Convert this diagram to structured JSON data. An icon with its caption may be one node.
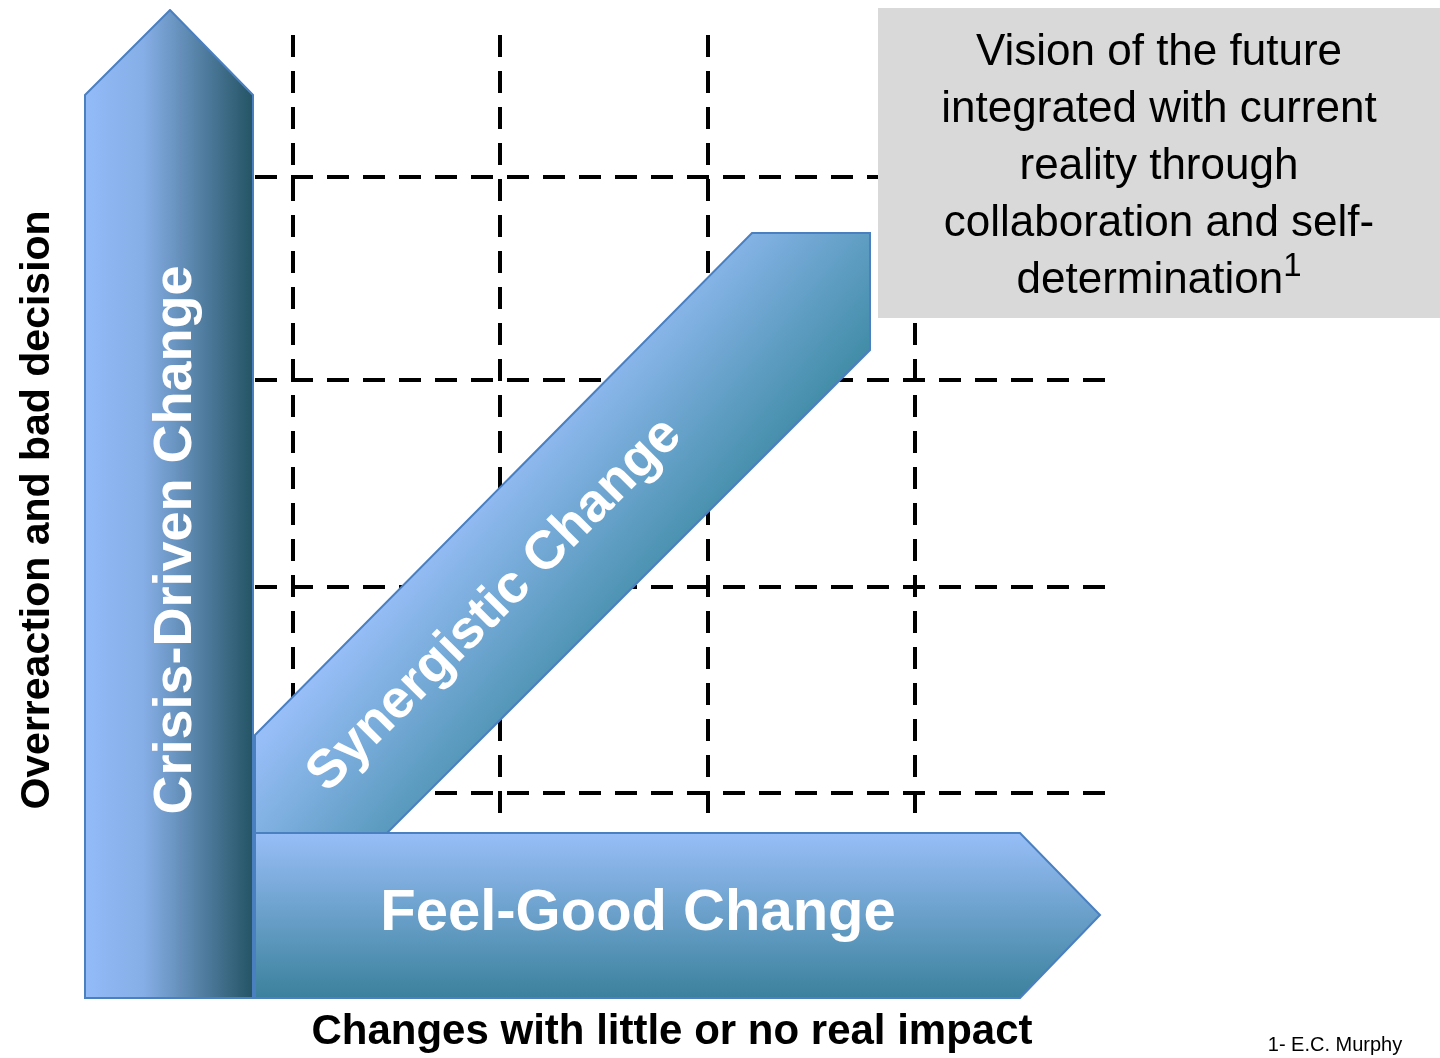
{
  "diagram": {
    "nodes": [
      {
        "text": [
          "Crisis-Driven Change"
        ]
      },
      {
        "text": [
          "Synergistic Change"
        ]
      },
      {
        "text": [
          "Feel-Good Change"
        ]
      },
      {
        "text": [
          "Vision of the future integrated with current reality through collaboration and self-determination$^{1}$"
        ]
      }
    ],
    "labels": [
      "Overreaction and bad decision",
      "Changes with little or no real impact",
      "1- E.C. Murphy"
    ]
  }
}
